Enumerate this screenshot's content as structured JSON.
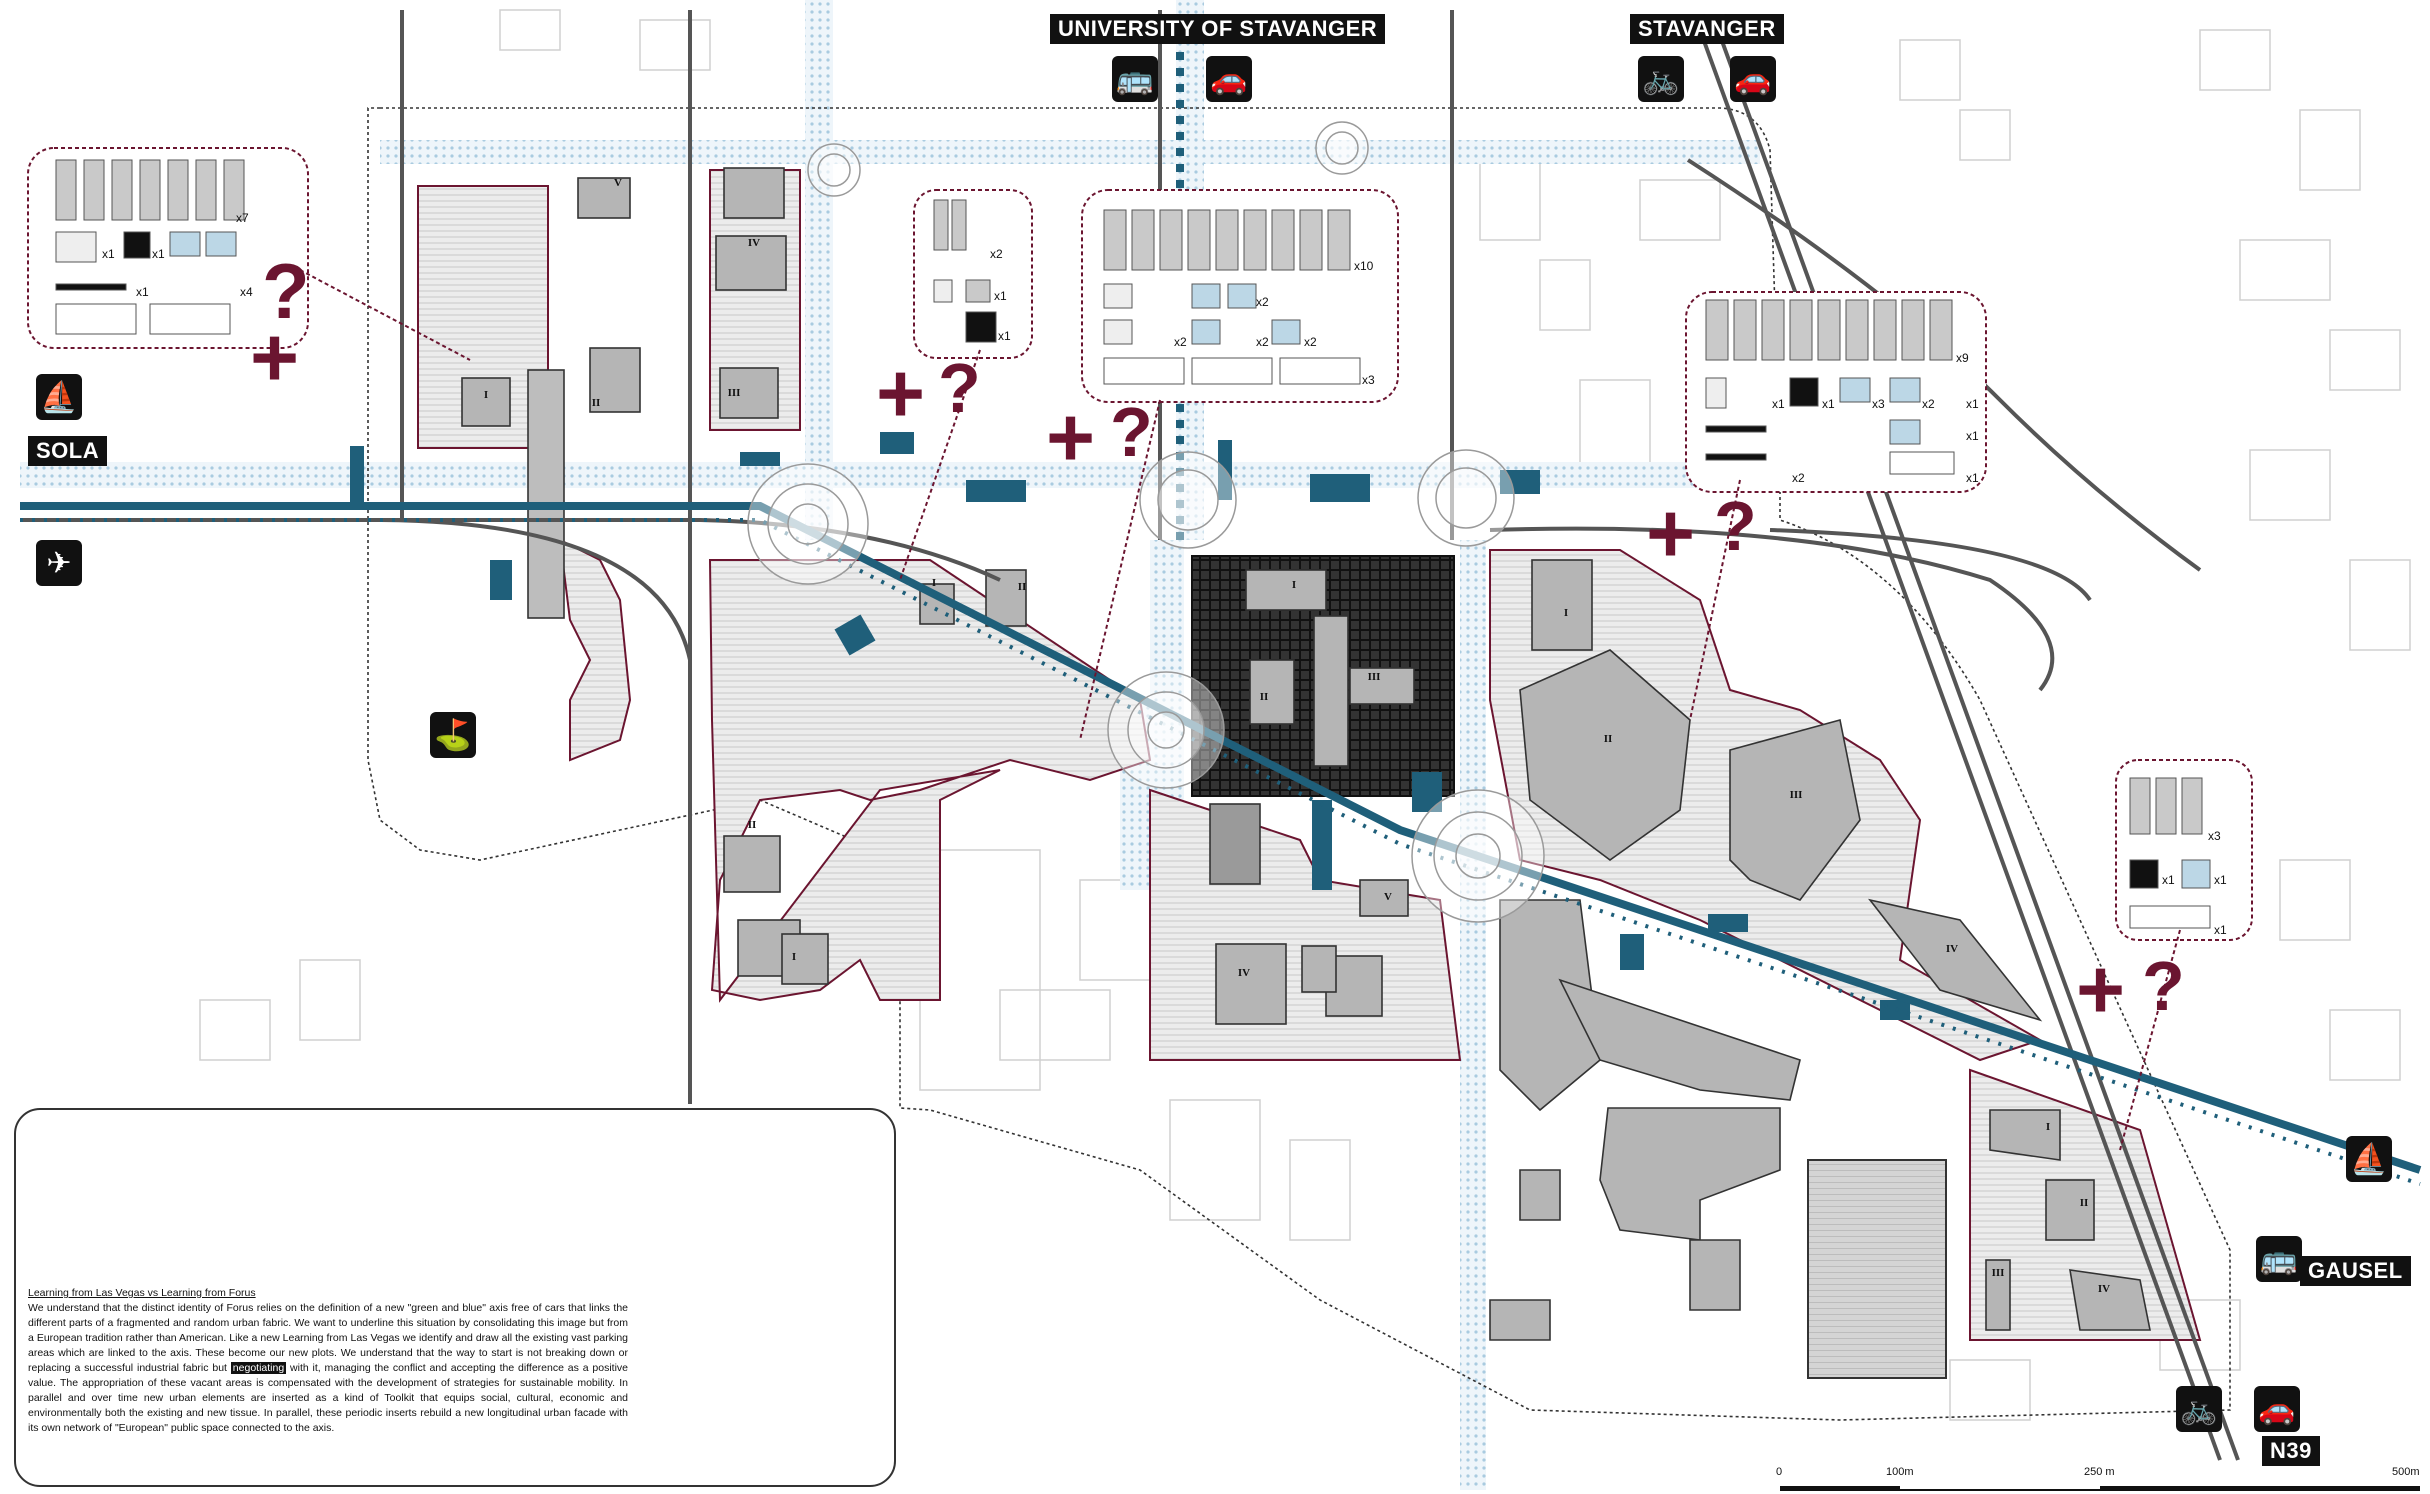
{
  "labels": {
    "university": "UNIVERSITY OF STAVANGER",
    "stavanger": "STAVANGER",
    "sola": "SOLA",
    "gausel": "GAUSEL",
    "n39": "N39"
  },
  "icons": {
    "bus": "bus-icon",
    "car": "car-icon",
    "bicycle": "bicycle-icon",
    "windsurf": "windsurf-icon",
    "airplane": "airplane-icon",
    "golf": "golf-icon",
    "boat": "boat-icon"
  },
  "plot_numerals": [
    "I",
    "II",
    "III",
    "IV",
    "V"
  ],
  "toolkits": [
    {
      "counts": [
        "x7",
        "x1",
        "x1",
        "x1",
        "x4"
      ]
    },
    {
      "counts": [
        "x2",
        "x1",
        "x1"
      ]
    },
    {
      "counts": [
        "x10",
        "x2",
        "x2",
        "x2",
        "x2",
        "x3"
      ]
    },
    {
      "counts": [
        "x9",
        "x1",
        "x1",
        "x3",
        "x2",
        "x1",
        "x1",
        "x2",
        "x1"
      ]
    },
    {
      "counts": [
        "x3",
        "x1",
        "x1",
        "x1"
      ]
    }
  ],
  "markers": {
    "plus": "+",
    "question": "?"
  },
  "description": {
    "heading": "Learning from Las Vegas vs Learning from Forus",
    "text_1": "We understand that the distinct identity of Forus relies on the definition of a new \"green and blue\" axis free of cars that links the different parts of a fragmented and random urban fabric. We want to underline this situation by consolidating this image but from a European tradition rather than American. Like a new Learning from Las Vegas we identify and draw all the existing vast parking areas which are linked to the axis. These become our new plots. We understand that the way to start is not breaking down or replacing a successful industrial fabric but",
    "highlight": "negotiating",
    "text_2": "with it, managing the conflict and accepting the difference as a positive value. The appropriation of these vacant areas is compensated with the development of strategies for sustainable mobility. In parallel and over time new urban elements are inserted as a kind of Toolkit that equips social, cultural, economic and environmentally both the existing and new tissue. In parallel, these periodic inserts rebuild a new longitudinal urban facade with its own network of \"European\" public space connected to the axis."
  },
  "scale": {
    "zero": "0",
    "m100": "100m",
    "m250": "250 m",
    "m500": "500m"
  },
  "colors": {
    "maroon": "#6b1530",
    "blue": "#1f5f7a",
    "lightblue": "#bcd7e6",
    "grey": "#bdbdbd",
    "black": "#111111"
  }
}
